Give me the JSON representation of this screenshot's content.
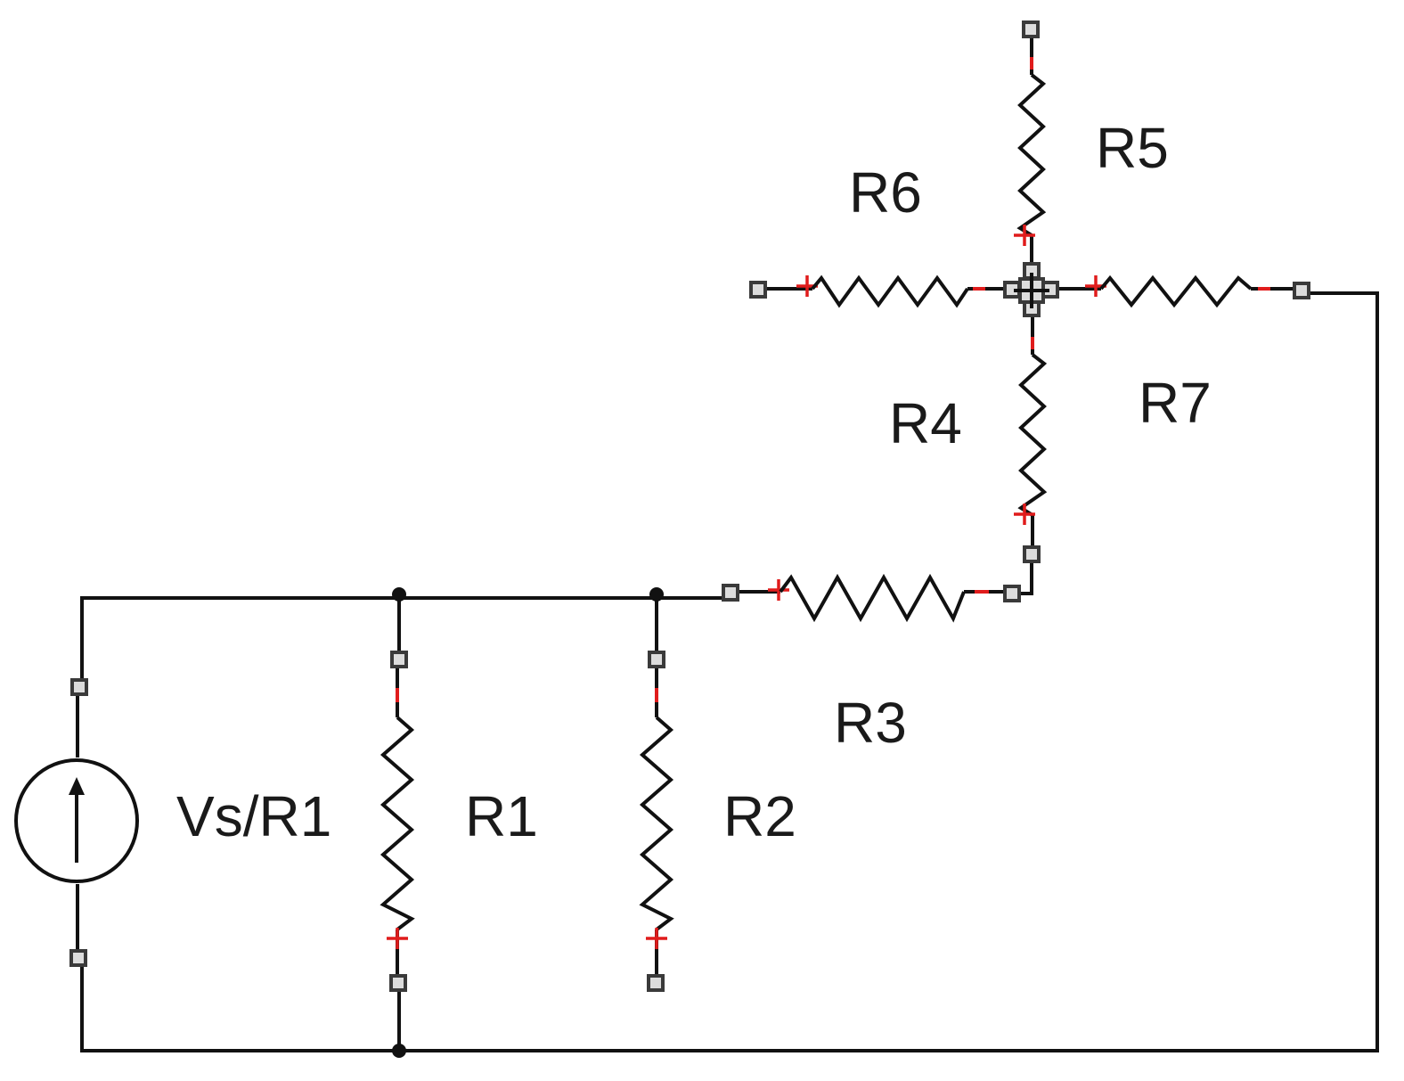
{
  "labels": {
    "source": "Vs/R1",
    "r1": "R1",
    "r2": "R2",
    "r3": "R3",
    "r4": "R4",
    "r5": "R5",
    "r6": "R6",
    "r7": "R7"
  },
  "colors": {
    "wire": "#111111",
    "polarity_mark": "#e01c1c",
    "terminal_pad": "#dcdcdc"
  }
}
